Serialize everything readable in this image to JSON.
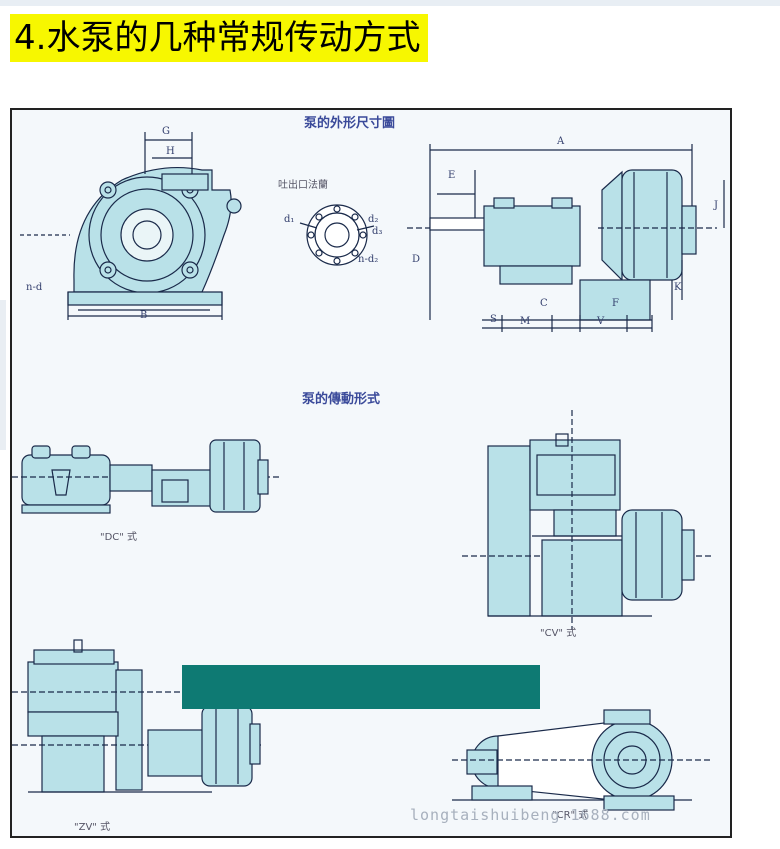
{
  "heading": "4.水泵的几种常规传动方式",
  "diagram": {
    "title_outline": "泵的外形尺寸圖",
    "title_drive": "泵的傳動形式",
    "flange_label": "吐出口法蘭",
    "dims": {
      "G": "G",
      "H": "H",
      "B": "B",
      "nd": "n-d",
      "d1": "d₁",
      "d2": "d₂",
      "d3": "d₃",
      "nd2": "n-d₂",
      "A": "A",
      "E": "E",
      "D": "D",
      "J": "J",
      "K": "K",
      "C": "C",
      "M": "M",
      "V": "V",
      "F": "F",
      "S": "S"
    },
    "captions": {
      "dc": "\"DC\" 式",
      "cv": "\"CV\" 式",
      "zv": "\"ZV\" 式",
      "cr": "\"CR\" 式"
    }
  },
  "watermark": "longtaishuibeng.1688.com",
  "colors": {
    "heading_bg": "#f7f700",
    "pump_fill": "#b9e1e8",
    "line": "#1a2a4a",
    "smear": "#0e7a73"
  }
}
